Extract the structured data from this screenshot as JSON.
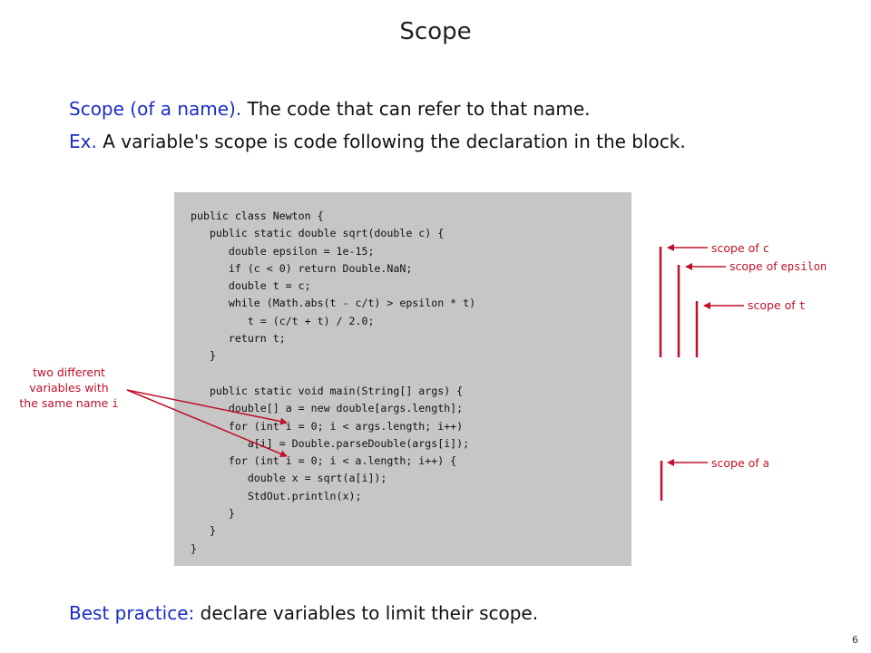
{
  "title": "Scope",
  "definition": {
    "term": "Scope (of a name).",
    "text": "The code that can refer to that name."
  },
  "example": {
    "prefix": "Ex.",
    "text": "A variable's scope is code following the declaration in the block."
  },
  "code": "public class Newton {\n   public static double sqrt(double c) {\n      double epsilon = 1e-15;\n      if (c < 0) return Double.NaN;\n      double t = c;\n      while (Math.abs(t - c/t) > epsilon * t)\n         t = (c/t + t) / 2.0;\n      return t;\n   }\n\n   public static void main(String[] args) {\n      double[] a = new double[args.length];\n      for (int i = 0; i < args.length; i++)\n         a[i] = Double.parseDouble(args[i]);\n      for (int i = 0; i < a.length; i++) {\n         double x = sqrt(a[i]);\n         StdOut.println(x);\n      }\n   }\n}",
  "scopes": {
    "c": {
      "prefix": "scope of",
      "name": "c"
    },
    "epsilon": {
      "prefix": "scope of",
      "name": "epsilon"
    },
    "t": {
      "prefix": "scope of",
      "name": "t"
    },
    "a": {
      "prefix": "scope of",
      "name": "a"
    }
  },
  "note": {
    "line1": "two different",
    "line2": "variables with",
    "line3": "the same name",
    "name": "i"
  },
  "best_practice": {
    "term": "Best practice:",
    "text": "declare variables to limit their scope."
  },
  "page_number": "6",
  "colors": {
    "title": "#222222",
    "term": "#1a2cc8",
    "accent": "#c0102a",
    "code_background": "#c6c6c6"
  }
}
